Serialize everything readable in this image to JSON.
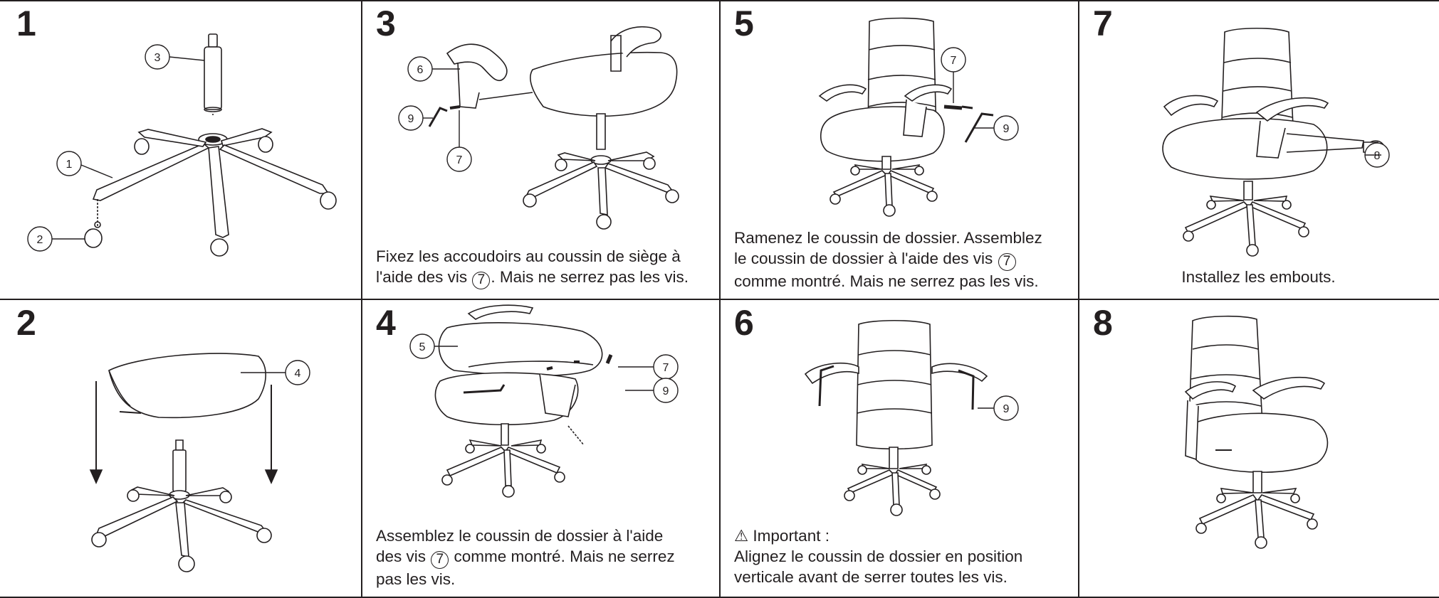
{
  "panels": [
    {
      "step": "1",
      "callouts": [
        "3",
        "1",
        "2"
      ]
    },
    {
      "step": "3",
      "callouts": [
        "6",
        "9",
        "7"
      ],
      "caption": {
        "line1": "Fixez les accoudoirs au coussin de siège à",
        "line2_a": "l'aide des vis ",
        "line2_ref": "7",
        "line2_b": ". Mais ne serrez pas les vis."
      }
    },
    {
      "step": "5",
      "callouts": [
        "7",
        "9"
      ],
      "caption": {
        "line1": "Ramenez le coussin de dossier. Assemblez",
        "line2_a": "le coussin de dossier à l'aide des vis ",
        "line2_ref": "7",
        "line3": "comme montré. Mais ne serrez pas les vis."
      }
    },
    {
      "step": "7",
      "callouts": [
        "8"
      ],
      "caption": {
        "line1": "Installez les embouts."
      }
    },
    {
      "step": "2",
      "callouts": [
        "4"
      ]
    },
    {
      "step": "4",
      "callouts": [
        "5",
        "7",
        "9"
      ],
      "caption": {
        "line1": "Assemblez le coussin de dossier à l'aide",
        "line2_a": "des vis ",
        "line2_ref": "7",
        "line2_b": " comme montré. Mais ne serrez",
        "line3": "pas les vis."
      }
    },
    {
      "step": "6",
      "callouts": [
        "9"
      ],
      "caption": {
        "line1": "⚠ Important :",
        "line2": "Alignez le coussin de dossier en position",
        "line3": "verticale avant de serrer toutes les vis."
      }
    },
    {
      "step": "8",
      "callouts": []
    }
  ],
  "colors": {
    "ink": "#231f20",
    "background": "#ffffff"
  }
}
